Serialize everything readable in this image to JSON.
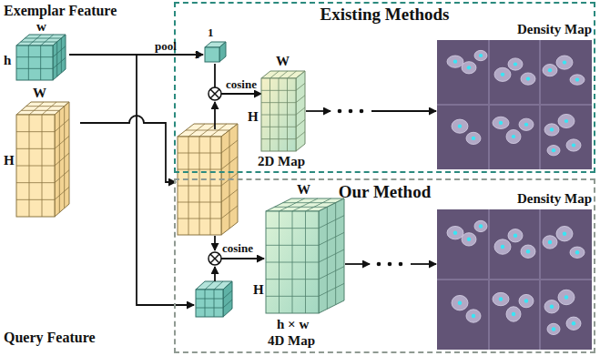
{
  "diagram": {
    "nodes": [
      {
        "text": [
          "Existing Methods"
        ]
      },
      {
        "text": [
          "Our Method"
        ]
      },
      {
        "text": [
          "Exemplar Feature",
          "w",
          "h"
        ]
      },
      {
        "text": [
          "Query Feature",
          "W",
          "H"
        ]
      },
      {
        "text": [
          "1",
          "1"
        ],
        "in": 0
      },
      {
        "text": [
          "W",
          "H",
          "2D Map"
        ],
        "in": 0
      },
      {
        "text": [
          "Density Map"
        ],
        "in": 0
      },
      {
        "text": [
          "W",
          "H",
          "h × w",
          "4D Map"
        ],
        "in": 1
      },
      {
        "text": [
          "Density Map"
        ],
        "in": 1
      }
    ],
    "edges": [
      {
        "from": 2,
        "to": 4,
        "label": "pool",
        "arrow": "to"
      },
      {
        "from": 4,
        "to": 5,
        "label": "cosine",
        "arrow": "to"
      },
      {
        "from": 5,
        "to": 6,
        "arrow": "to"
      },
      {
        "from": 7,
        "to": 8,
        "arrow": "to"
      }
    ],
    "labels": [
      "cosine"
    ]
  }
}
